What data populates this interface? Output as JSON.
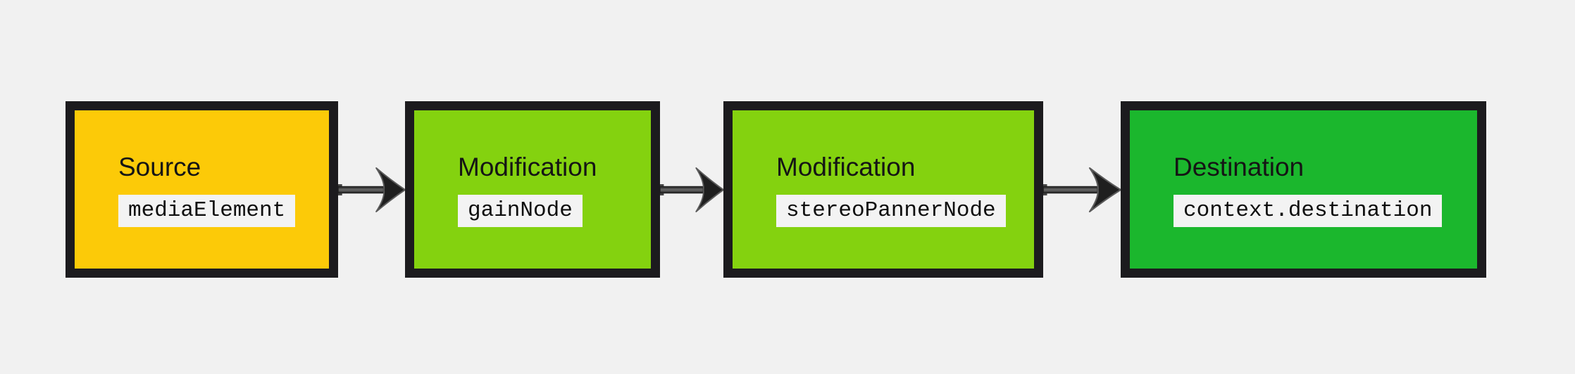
{
  "diagram": {
    "title": "audio-node-graph",
    "background_color": "#f1f1f1",
    "node_border_color": "#1c1b1e",
    "code_chip_background": "#f3f3f3",
    "arrow_color": "#3f3f3f",
    "arrow_icon": "arrow-right-icon",
    "nodes": [
      {
        "title": "Source",
        "code": "mediaElement",
        "fill": "#fcca08",
        "role": "source"
      },
      {
        "title": "Modification",
        "code": "gainNode",
        "fill": "#84d20f",
        "role": "modification"
      },
      {
        "title": "Modification",
        "code": "stereoPannerNode",
        "fill": "#84d20f",
        "role": "modification"
      },
      {
        "title": "Destination",
        "code": "context.destination",
        "fill": "#1bb72d",
        "role": "destination"
      }
    ],
    "connections": [
      {
        "from": "mediaElement",
        "to": "gainNode"
      },
      {
        "from": "gainNode",
        "to": "stereoPannerNode"
      },
      {
        "from": "stereoPannerNode",
        "to": "context.destination"
      }
    ]
  }
}
